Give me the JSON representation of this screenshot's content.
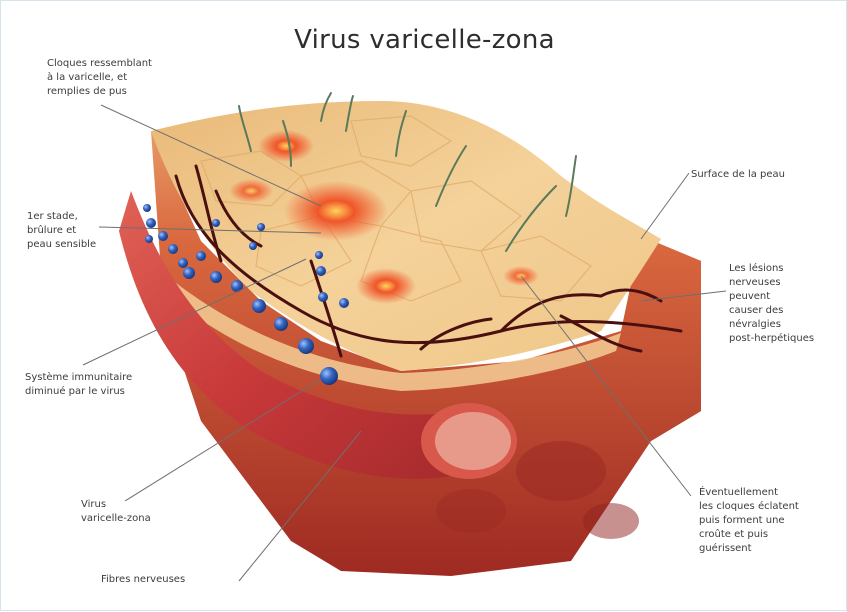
{
  "diagram": {
    "title": "Virus varicelle-zona",
    "labels": {
      "blisters": "Cloques ressemblant\nà la varicelle, et\nremplies de pus",
      "stage1": "1er stade,\nbrûlure et\npeau sensible",
      "immune": "Système immunitaire\ndiminué par le virus",
      "virus": "Virus\nvaricelle-zona",
      "fibers": "Fibres nerveuses",
      "surface": "Surface de la peau",
      "lesions": "Les lésions\nnerveuses\npeuvent\ncauser des\nnévralgies\npost-herpétiques",
      "crust": "Éventuellement\nles cloques éclatent\npuis forment une\ncroûte et puis\nguérissent"
    },
    "colors": {
      "skin_surface": "#f1c78c",
      "dermis": "#e18757",
      "deep_tissue": "#b8332d",
      "vessel": "#d2483e",
      "nerve": "#4a1010",
      "virus_particle": "#2f5fb8",
      "blister": "#e0451f"
    }
  }
}
